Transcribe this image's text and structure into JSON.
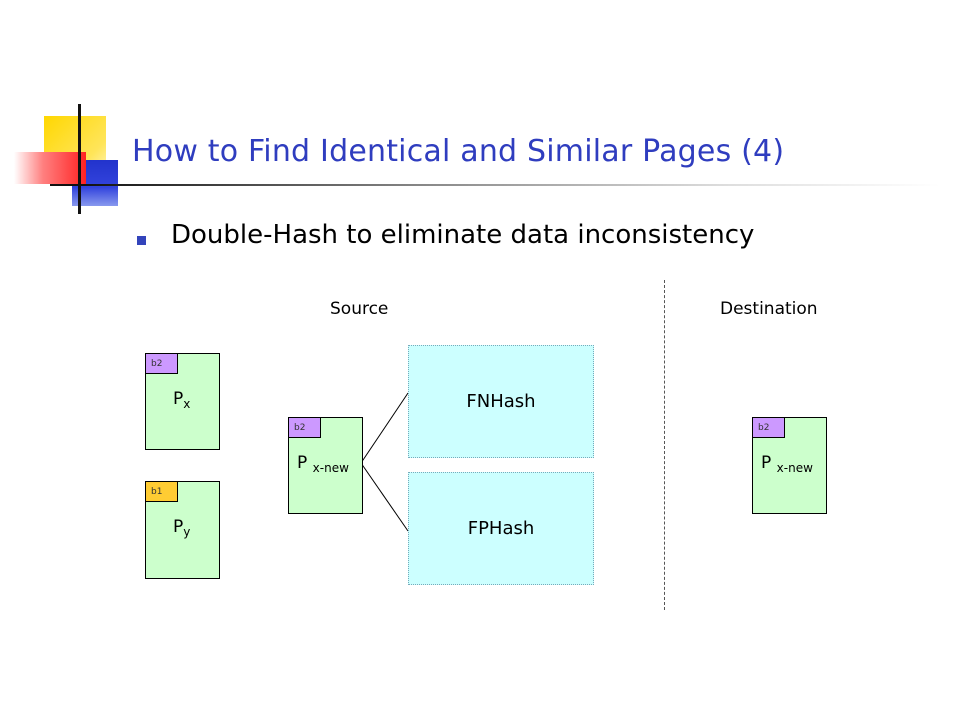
{
  "title": "How to Find Identical and Similar Pages (4)",
  "bullet": "Double-Hash to eliminate data inconsistency",
  "labels": {
    "source": "Source",
    "destination": "Destination"
  },
  "pages": {
    "px": {
      "badge": "b2",
      "base": "P",
      "sub": "x"
    },
    "py": {
      "badge": "b1",
      "base": "P",
      "sub": "y"
    },
    "pxnew_src": {
      "badge": "b2",
      "base": "P",
      "sub": "x-new"
    },
    "pxnew_dst": {
      "badge": "b2",
      "base": "P",
      "sub": "x-new"
    }
  },
  "hashes": {
    "fnhash": "FNHash",
    "fphash": "FPHash"
  },
  "colors": {
    "title": "#2f3dbf",
    "page_fill": "#ccffcc",
    "hash_fill": "#ccffff",
    "badge_b2": "#cc99ff",
    "badge_b1": "#ffcc33"
  }
}
